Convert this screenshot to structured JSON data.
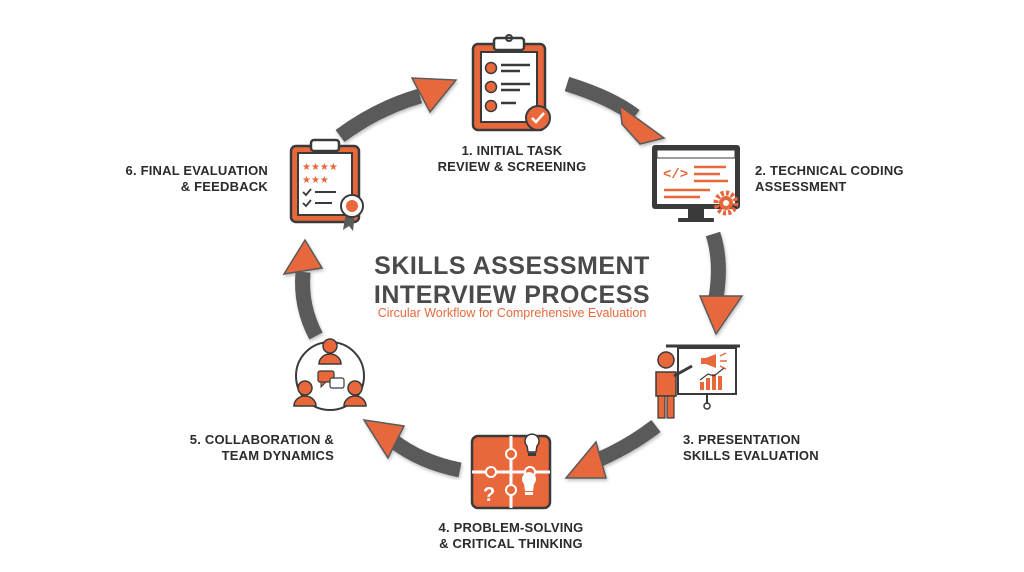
{
  "title_lines": [
    "SKILLS ASSESSMENT",
    "INTERVIEW PROCESS"
  ],
  "subtitle": "Circular Workflow for Comprehensive Evaluation",
  "colors": {
    "accent": "#e8683c",
    "outline": "#3a3a3a",
    "arrow": "#5a5a5a",
    "text": "#2b2b2b"
  },
  "steps": [
    {
      "lines": [
        "1. INITIAL TASK",
        "REVIEW & SCREENING"
      ],
      "icon": "clipboard-checklist-icon"
    },
    {
      "lines": [
        "2. TECHNICAL CODING",
        "ASSESSMENT"
      ],
      "icon": "code-monitor-gear-icon"
    },
    {
      "lines": [
        "3. PRESENTATION",
        "SKILLS EVALUATION"
      ],
      "icon": "presenter-chart-icon"
    },
    {
      "lines": [
        "4. PROBLEM-SOLVING",
        "& CRITICAL THINKING"
      ],
      "icon": "puzzle-lightbulb-icon"
    },
    {
      "lines": [
        "5. COLLABORATION &",
        "TEAM DYNAMICS"
      ],
      "icon": "team-chat-icon"
    },
    {
      "lines": [
        "6. FINAL EVALUATION",
        "& FEEDBACK"
      ],
      "icon": "rating-certificate-icon"
    }
  ]
}
